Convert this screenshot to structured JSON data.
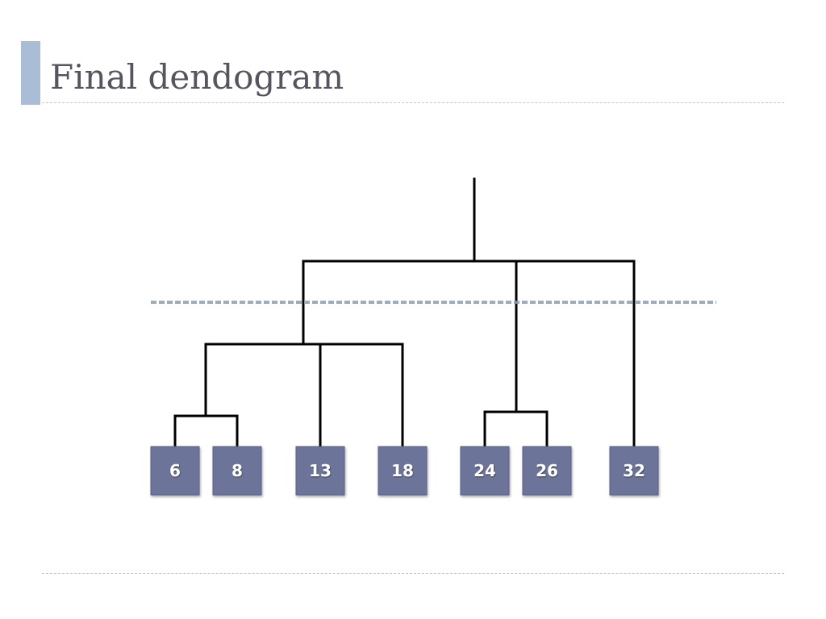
{
  "slide": {
    "title": "Final dendogram"
  },
  "diagram": {
    "type": "dendrogram",
    "leaves": [
      "6",
      "8",
      "13",
      "18",
      "24",
      "26",
      "32"
    ],
    "merges": [
      {
        "id": "m1",
        "children": [
          "6",
          "8"
        ]
      },
      {
        "id": "m2",
        "children": [
          "m1",
          "13",
          "18"
        ]
      },
      {
        "id": "m3",
        "children": [
          "24",
          "26"
        ]
      },
      {
        "id": "root",
        "children": [
          "m2",
          "m3",
          "32"
        ]
      }
    ],
    "cut_line": {
      "style": "dashed",
      "color": "#8a9fb4"
    },
    "colors": {
      "leaf_fill": "#6c7499",
      "leaf_stroke": "#5a6288",
      "branch": "#000000",
      "title_bar": "#a9bdd6"
    }
  }
}
